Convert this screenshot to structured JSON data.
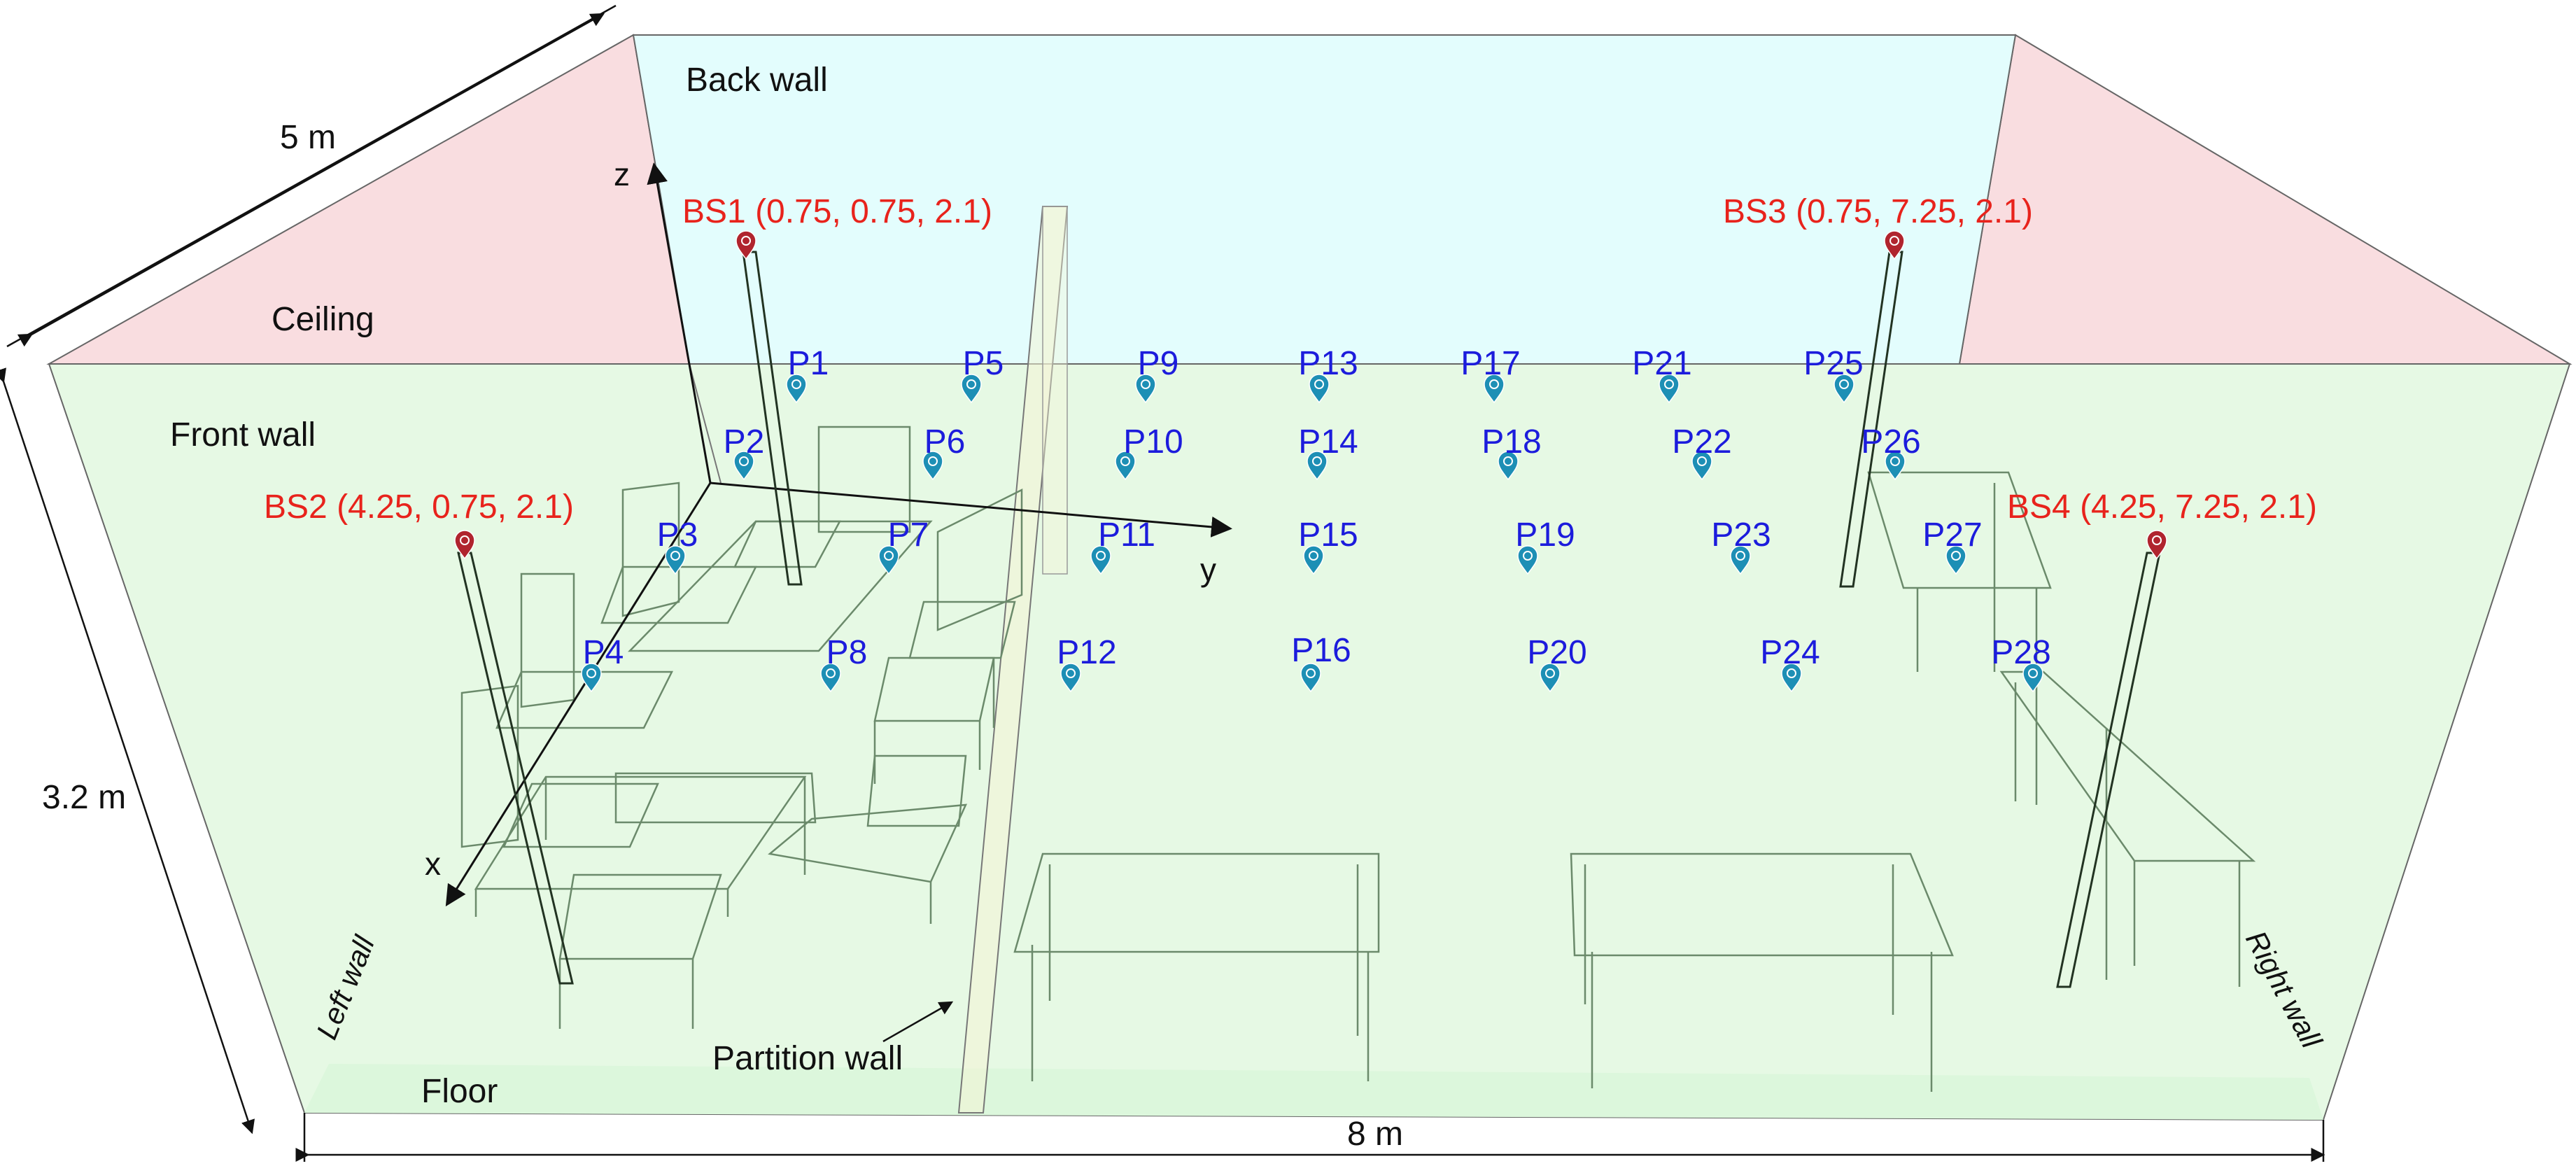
{
  "room": {
    "faces": {
      "back_wall": "Back wall",
      "ceiling": "Ceiling",
      "front_wall": "Front wall",
      "floor": "Floor",
      "left_wall": "Left wall",
      "right_wall": "Right wall",
      "partition_wall": "Partition wall"
    },
    "dimensions": {
      "depth": "5 m",
      "height": "3.2 m",
      "length": "8 m"
    },
    "axes": {
      "x": "x",
      "y": "y",
      "z": "z"
    }
  },
  "base_stations": [
    {
      "id": "BS1",
      "label": "BS1 (0.75, 0.75, 2.1)"
    },
    {
      "id": "BS2",
      "label": "BS2 (4.25, 0.75, 2.1)"
    },
    {
      "id": "BS3",
      "label": "BS3 (0.75, 7.25, 2.1)"
    },
    {
      "id": "BS4",
      "label": "BS4 (4.25, 7.25, 2.1)"
    }
  ],
  "points": [
    "P1",
    "P2",
    "P3",
    "P4",
    "P5",
    "P6",
    "P7",
    "P8",
    "P9",
    "P10",
    "P11",
    "P12",
    "P13",
    "P14",
    "P15",
    "P16",
    "P17",
    "P18",
    "P19",
    "P20",
    "P21",
    "P22",
    "P23",
    "P24",
    "P25",
    "P26",
    "P27",
    "P28"
  ],
  "colors": {
    "back_wall": "#e3fdfd",
    "ceiling": "#f9dde0",
    "front_wall": "#e6f9e4",
    "floor": "#dcf7dc",
    "partition": "#f4f4d6",
    "bs_text": "#e8231c",
    "bs_marker": "#b0242e",
    "point_text": "#1c1cdc",
    "point_marker": "#1d8fb5",
    "furniture": "#6b8a6b",
    "line": "#555555"
  },
  "icons": {
    "base_station": "location-pin-icon",
    "measurement_point": "location-pin-icon"
  }
}
